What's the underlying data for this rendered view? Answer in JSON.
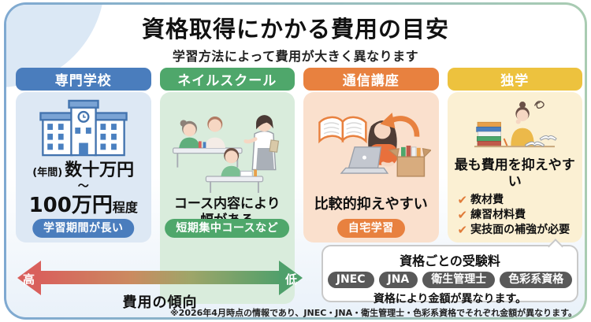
{
  "title": "資格取得にかかる費用の目安",
  "subtitle": "学習方法によって費用が大きく異なります",
  "columns": [
    {
      "header": "専門学校",
      "header_color": "#4a7dbd",
      "body_color": "#dde8f4",
      "icon": "school-building-icon",
      "price": {
        "prefix": "(年間)",
        "main": "数十万円",
        "tilde": "〜",
        "range": "100万円",
        "suffix": "程度"
      },
      "badge": "学習期間が長い",
      "badge_color": "#4a7dbd"
    },
    {
      "header": "ネイルスクール",
      "header_color": "#4fa76b",
      "body_color": "#d9ecdc",
      "icon": "nail-school-class-illustration",
      "note_line1": "コース内容により",
      "note_line2": "幅がある",
      "badge": "短期集中コースなど",
      "badge_color": "#4fa76b"
    },
    {
      "header": "通信講座",
      "header_color": "#e8813f",
      "body_color": "#fae0cd",
      "icon": "online-study-illustration",
      "note": "比較的抑えやすい",
      "badge": "自宅学習",
      "badge_color": "#e8813f"
    },
    {
      "header": "独学",
      "header_color": "#edc23e",
      "body_color": "#fbf0d3",
      "icon": "self-study-illustration",
      "note": "最も費用を抑えやすい",
      "checklist": [
        "教材費",
        "練習材料費",
        "実技面の補強が必要"
      ],
      "check_mark": "✔",
      "check_color": "#e07b39"
    }
  ],
  "cost_axis": {
    "high_label": "高",
    "low_label": "低",
    "axis_label": "費用の傾向",
    "high_color": "#d9605c",
    "low_color": "#4fa06b"
  },
  "exam_fee_box": {
    "title": "資格ごとの受験料",
    "pills": [
      "JNEC",
      "JNA",
      "衛生管理士",
      "色彩系資格"
    ],
    "pill_color": "#595959",
    "note": "資格により金額が異なります。"
  },
  "footnote": "※2026年4月時点の情報であり、JNEC・JNA・衛生管理士・色彩系資格でそれぞれ金額が異なります。"
}
